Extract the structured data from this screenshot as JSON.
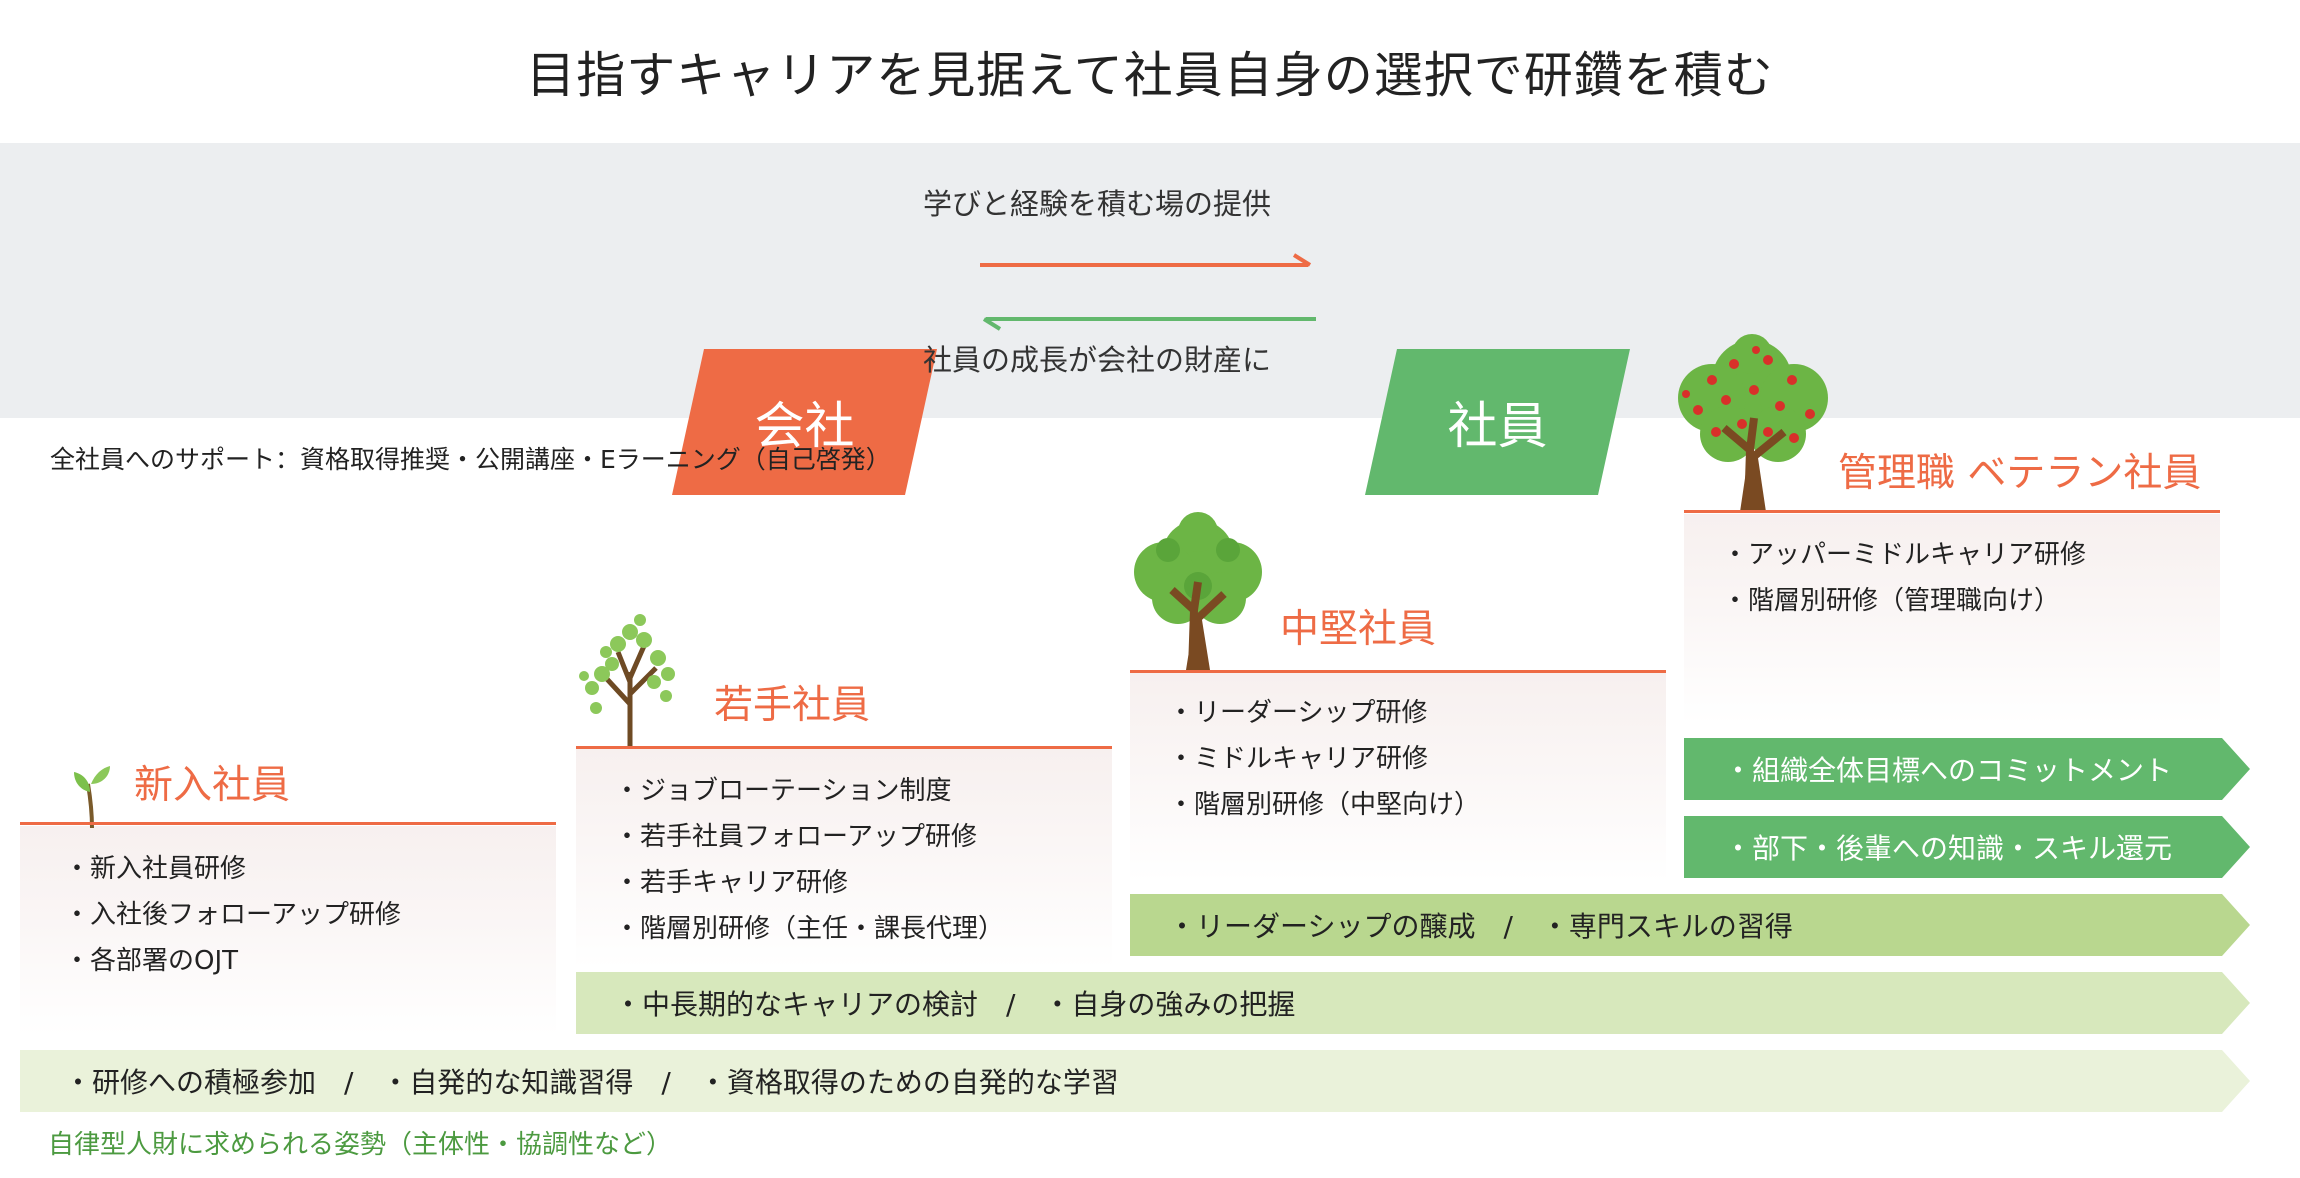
{
  "title": "目指すキャリアを見据えて社員自身の選択で研鑽を積む",
  "relationship": {
    "company": "会社",
    "employee": "社員",
    "top_arrow_label": "学びと経験を積む場の提供",
    "bottom_arrow_label": "社員の成長が会社の財産に",
    "colors": {
      "company": "#ee6b45",
      "employee": "#62b86d"
    }
  },
  "support_note": "全社員へのサポート：資格取得推奨・公開講座・Eラーニング（自己啓発）",
  "stages": [
    {
      "title": "新入社員",
      "icon": "sprout-icon",
      "items": [
        "・新入社員研修",
        "・入社後フォローアップ研修",
        "・各部署のOJT"
      ]
    },
    {
      "title": "若手社員",
      "icon": "young-tree-icon",
      "items": [
        "・ジョブローテーション制度",
        "・若手社員フォローアップ研修",
        "・若手キャリア研修",
        "・階層別研修（主任・課長代理）"
      ]
    },
    {
      "title": "中堅社員",
      "icon": "tree-icon",
      "items": [
        "・リーダーシップ研修",
        "・ミドルキャリア研修",
        "・階層別研修（中堅向け）"
      ]
    },
    {
      "title": "管理職 ベテラン社員",
      "icon": "fruit-tree-icon",
      "items": [
        "・アッパーミドルキャリア研修",
        "・階層別研修（管理職向け）"
      ]
    }
  ],
  "bars": [
    {
      "text": "・組織全体目標へのコミットメント"
    },
    {
      "text": "・部下・後輩への知識・スキル還元"
    },
    {
      "text": "・リーダーシップの醸成　/　・専門スキルの習得"
    },
    {
      "text": "・中長期的なキャリアの検討　/　・自身の強みの把握"
    },
    {
      "text": "・研修への積極参加　/　・自発的な知識習得　/　・資格取得のための自発的な学習"
    }
  ],
  "footer": "自律型人財に求められる姿勢（主体性・協調性など）"
}
